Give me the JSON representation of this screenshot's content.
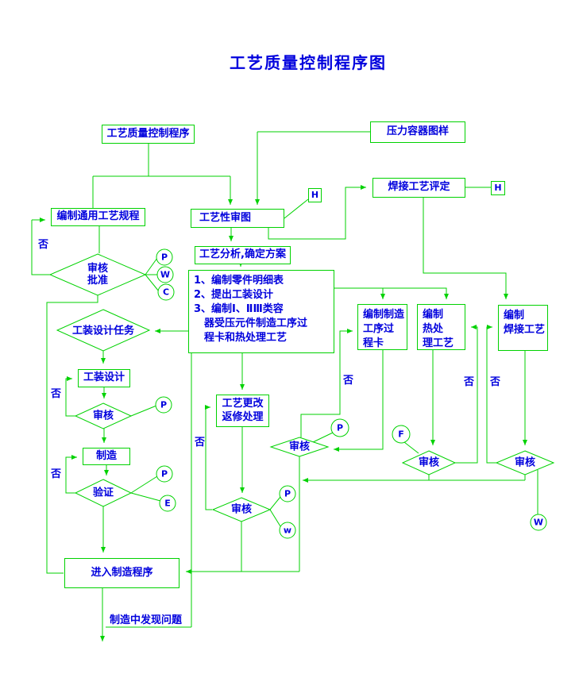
{
  "title": "工艺质量控制程序图",
  "colors": {
    "line": "#00d200",
    "text": "#0000dd",
    "background": "#ffffff"
  },
  "boxes": {
    "top": "工艺质量控制程序",
    "pressure": "压力容器图样",
    "weld_eval": "焊接工艺评定",
    "h_right": "H",
    "h_mid": "H",
    "general_proc": "编制通用工艺规程",
    "drawing_review": "工艺性审图",
    "analysis": "工艺分析,确定方案",
    "task_list": "1、编制零件明细表\n2、提出工装设计\n3、编制Ⅰ、ⅡⅢ类容\n　器受压元件制造工序过\n　程卡和热处理工艺",
    "proc_card": "编制制造\n工序过\n程卡",
    "heat_treat": "编制\n热处\n理工艺",
    "weld_proc": "编制\n焊接工艺",
    "tooling_design": "工装设计",
    "manufacture": "制造",
    "change_repair": "工艺更改\n返修处理",
    "enter_mfg": "进入制造程序"
  },
  "diamonds": {
    "review_approve": "审核\n批准",
    "tooling_task": "工装设计任务",
    "review_tooling": "审核",
    "verify": "验证",
    "review_change": "审核",
    "review_card": "审核",
    "review_heat": "审核",
    "review_weld": "审核"
  },
  "circles": {
    "p": "P",
    "w": "W",
    "w_small": "w",
    "c": "C",
    "e": "E",
    "f": "F"
  },
  "labels": {
    "no": "否",
    "mfg_problem": "制造中发现问题"
  }
}
